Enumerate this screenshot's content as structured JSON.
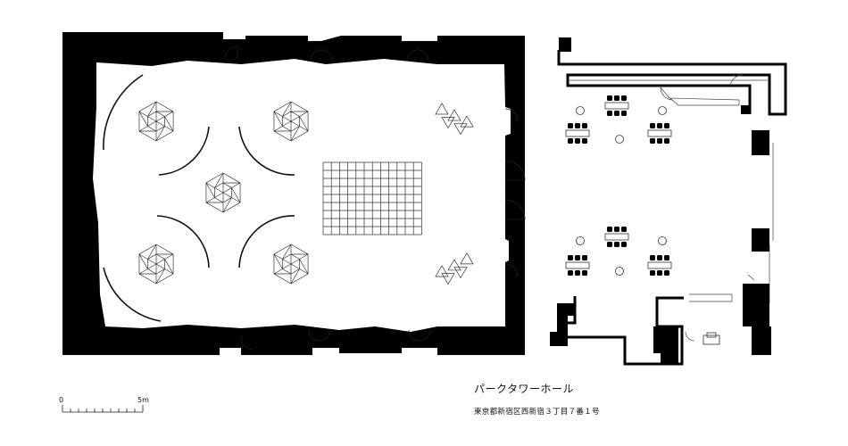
{
  "title": "パークタワーホール",
  "address": "東京都新宿区西新宿３丁目７番１号",
  "scale": {
    "start_label": "0",
    "end_label": "5m"
  },
  "colors": {
    "wall": "#000000",
    "line": "#222222",
    "background": "#ffffff"
  }
}
